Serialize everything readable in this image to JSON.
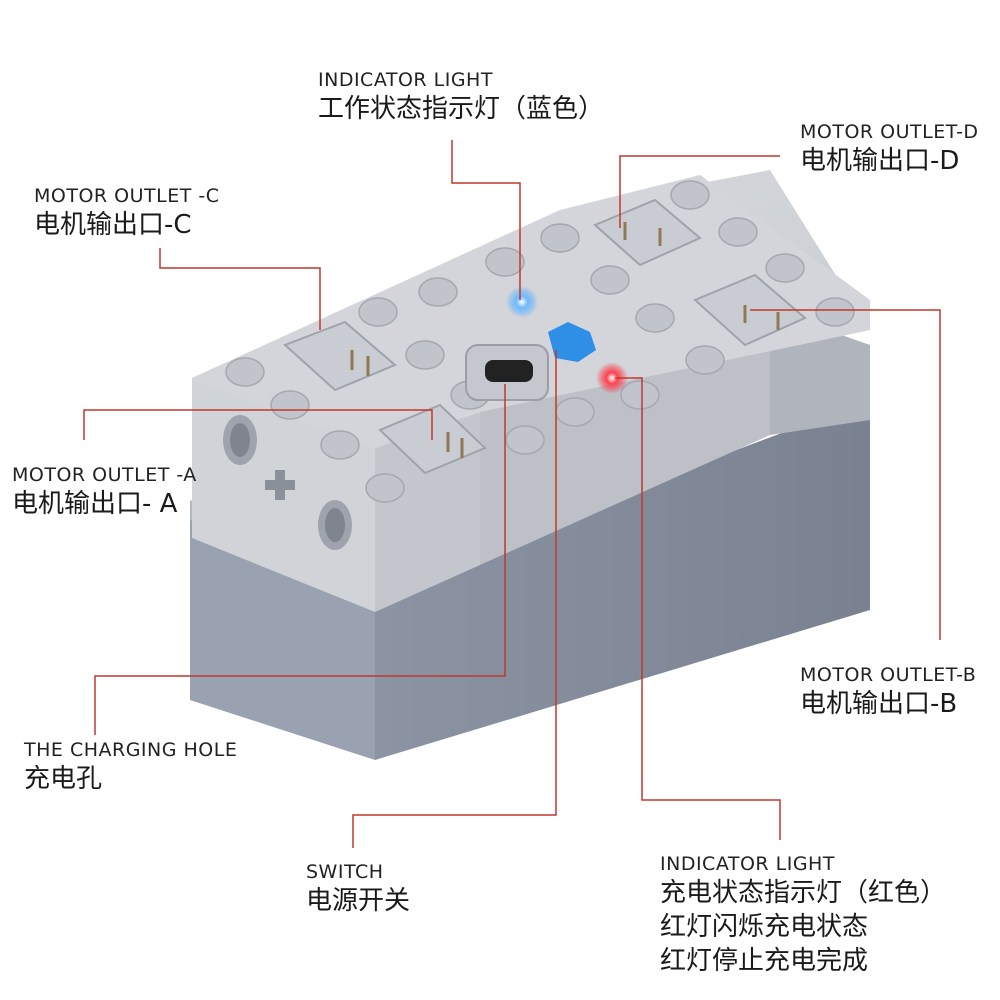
{
  "colors": {
    "leader_line": "#c0392b",
    "case_top": "#d4d6da",
    "case_body": "#8e96a6",
    "button_blue": "#2f8ee6",
    "led_blue": "#4aa8ff",
    "led_red": "#ff2a3a"
  },
  "annotations": {
    "indicator_blue": {
      "en": "INDICATOR LIGHT",
      "cn": "工作状态指示灯（蓝色）"
    },
    "motor_d": {
      "en": "MOTOR OUTLET-D",
      "cn": "电机输出口-D"
    },
    "motor_c": {
      "en": "MOTOR OUTLET -C",
      "cn": "电机输出口-C"
    },
    "motor_a": {
      "en": "MOTOR OUTLET -A",
      "cn": "电机输出口- A"
    },
    "motor_b": {
      "en": "MOTOR OUTLET-B",
      "cn": "电机输出口-B"
    },
    "charging_hole": {
      "en": "THE CHARGING HOLE",
      "cn": "充电孔"
    },
    "switch": {
      "en": "SWITCH",
      "cn": "电源开关"
    },
    "indicator_red": {
      "en": "INDICATOR LIGHT",
      "cn_lines": [
        "充电状态指示灯（红色）",
        "红灯闪烁充电状态",
        "红灯停止充电完成"
      ]
    }
  }
}
